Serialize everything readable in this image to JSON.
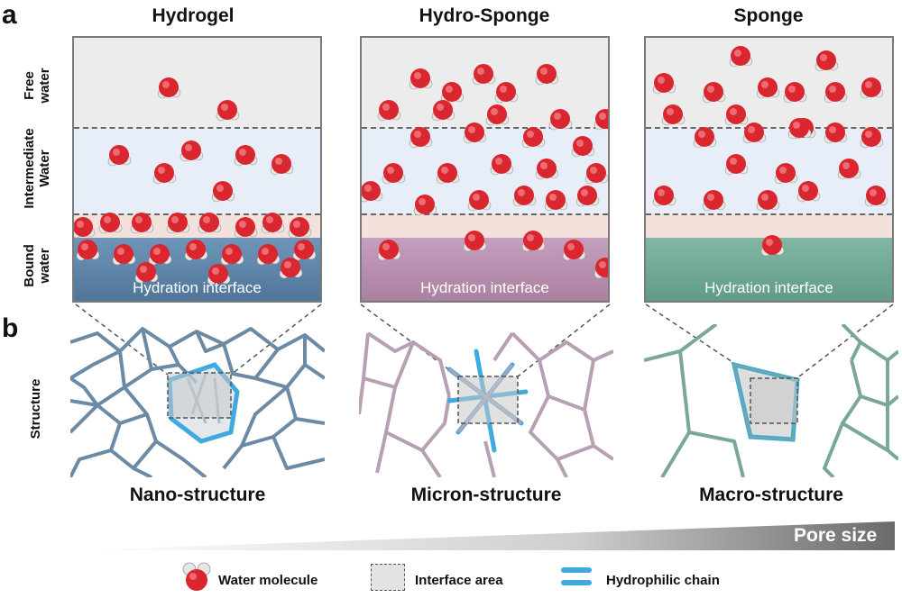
{
  "labels": {
    "panel_a": "a",
    "panel_b": "b",
    "row_free": "Free water",
    "row_intermediate": "Intermediate Water",
    "row_bound": "Bound water",
    "row_structure": "Structure"
  },
  "columns": [
    {
      "title": "Hydrogel",
      "interface": "Hydration interface",
      "structure": "Nano-structure",
      "surface_color": "#5b84a8",
      "network_color": "#6a8aa6"
    },
    {
      "title": "Hydro-Sponge",
      "interface": "Hydration interface",
      "structure": "Micron-structure",
      "surface_color": "#b98fb0",
      "network_color": "#b8a0b4"
    },
    {
      "title": "Sponge",
      "interface": "Hydration interface",
      "structure": "Macro-structure",
      "surface_color": "#6fa892",
      "network_color": "#7aa898"
    }
  ],
  "pore_size": "Pore size",
  "legend": {
    "water_molecule": "Water molecule",
    "interface_area": "Interface area",
    "hydrophilic_chain": "Hydrophilic chain"
  },
  "colors": {
    "free_zone": "#ececec",
    "intermediate_zone": "#e8eef8",
    "bound_zone": "#f3e2dc",
    "chain": "#3fa9e0",
    "water_o": "#d9262f",
    "water_h": "#e6e6e6"
  }
}
